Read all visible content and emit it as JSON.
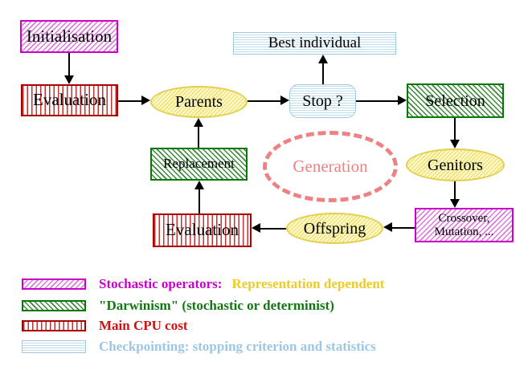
{
  "nodes": {
    "initialisation": "Initialisation",
    "evaluation_top": "Evaluation",
    "parents": "Parents",
    "best_individual": "Best individual",
    "stop": "Stop ?",
    "selection": "Selection",
    "genitors": "Genitors",
    "crossover_line1": "Crossover,",
    "crossover_line2": "Mutation, ...",
    "offspring": "Offspring",
    "evaluation_bottom": "Evaluation",
    "replacement": "Replacement",
    "generation": "Generation"
  },
  "edges": [
    {
      "from": "initialisation",
      "to": "evaluation_top",
      "direction": "down"
    },
    {
      "from": "evaluation_top",
      "to": "parents",
      "direction": "right"
    },
    {
      "from": "parents",
      "to": "stop",
      "direction": "right"
    },
    {
      "from": "stop",
      "to": "best_individual",
      "direction": "up"
    },
    {
      "from": "stop",
      "to": "selection",
      "direction": "right"
    },
    {
      "from": "selection",
      "to": "genitors",
      "direction": "down"
    },
    {
      "from": "genitors",
      "to": "crossover_mutation",
      "direction": "down"
    },
    {
      "from": "crossover_mutation",
      "to": "offspring",
      "direction": "left"
    },
    {
      "from": "offspring",
      "to": "evaluation_bottom",
      "direction": "left"
    },
    {
      "from": "evaluation_bottom",
      "to": "replacement",
      "direction": "up"
    },
    {
      "from": "replacement",
      "to": "parents",
      "direction": "up"
    }
  ],
  "legend": {
    "rows": [
      {
        "swatch": "magenta-diagonal-hatch",
        "label": "Stochastic operators:",
        "label2": "Representation dependent"
      },
      {
        "swatch": "green-diagonal-hatch",
        "label": "\"Darwinism\" (stochastic or determinist)"
      },
      {
        "swatch": "red-vertical-lines",
        "label": "Main CPU cost"
      },
      {
        "swatch": "cyan-horizontal-lines",
        "label": "Checkpointing: stopping criterion and statistics"
      }
    ]
  },
  "colors": {
    "magenta_border": "#cc00cc",
    "magenta_hatch": "#dd77dd",
    "green_border": "#067806",
    "green_hatch": "#3a8a3a",
    "red_border": "#aa0000",
    "red_lines": "#c03333",
    "cyan_border": "#9fc8de",
    "cyan_lines": "#bfdeed",
    "yellow_border": "#e2cf52",
    "yellow_fill": "#f0e171",
    "salmon_dashed": "#ee8181",
    "gold_text": "#efcb26",
    "green_text": "#117711",
    "red_text": "#cc1111",
    "blue_text": "#9cc7e4"
  }
}
